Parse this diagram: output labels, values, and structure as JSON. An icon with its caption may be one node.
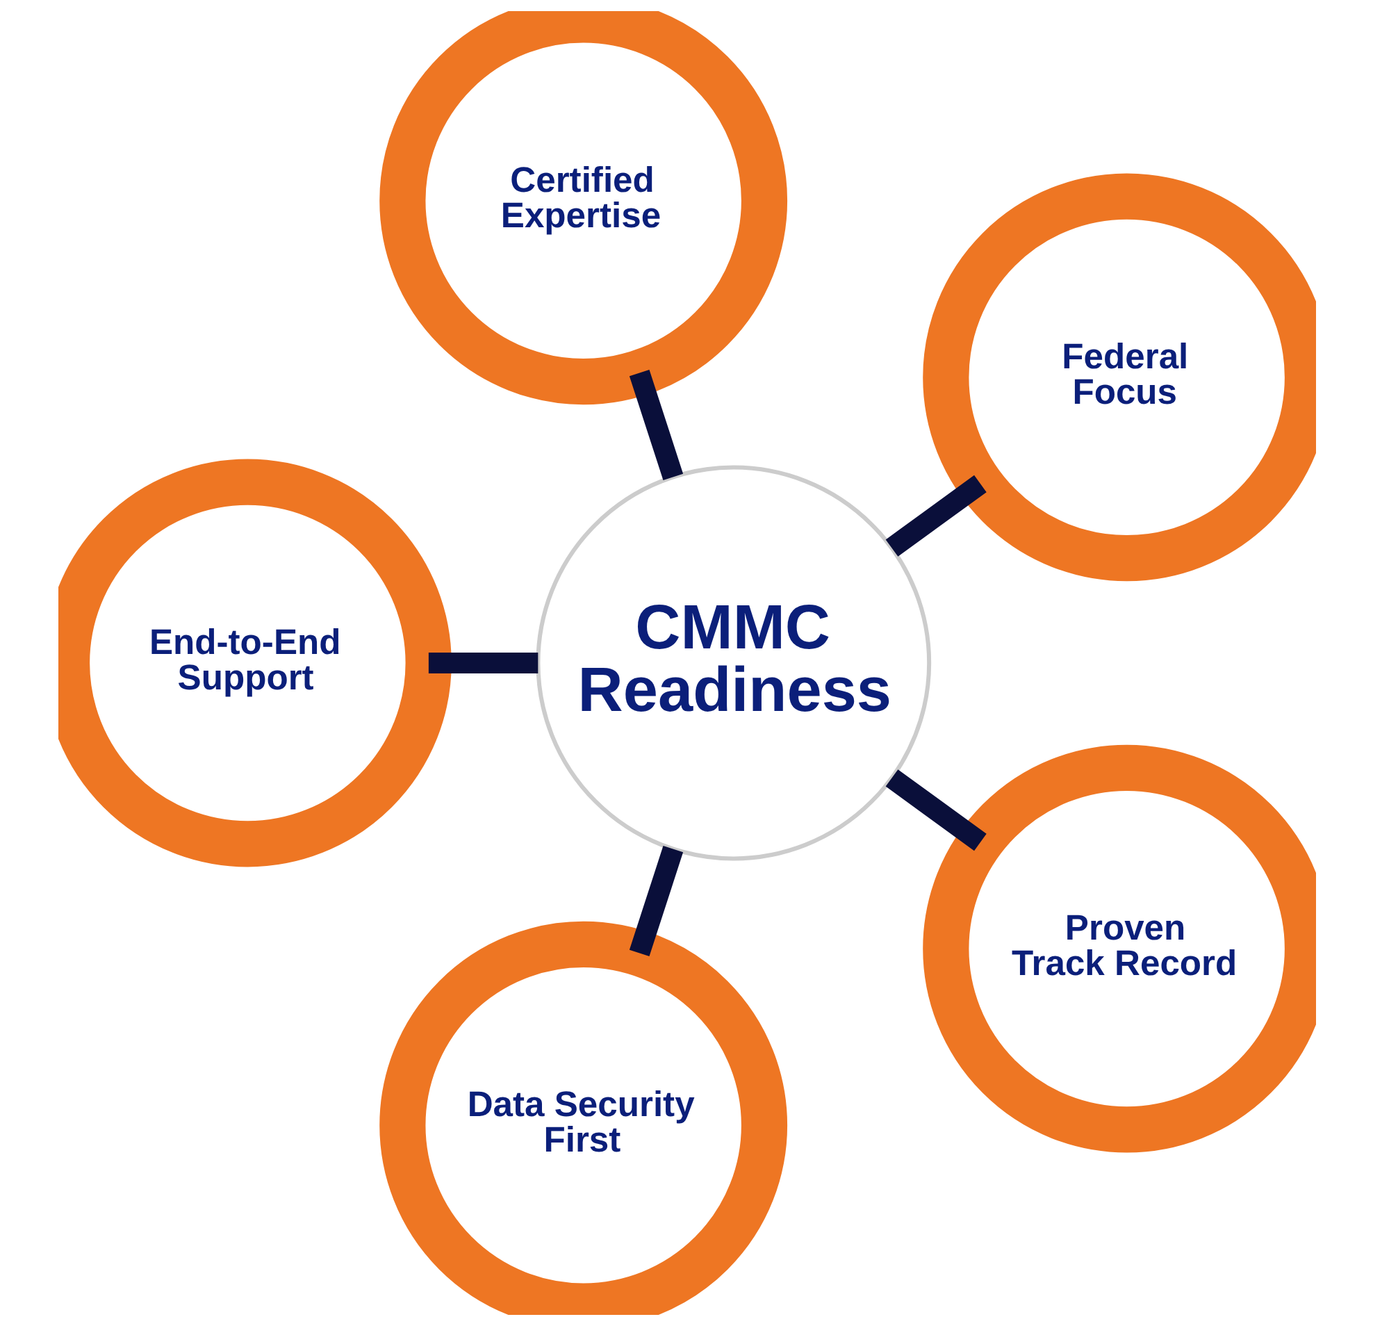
{
  "diagram": {
    "nodes": [
      {
        "text": [
          "CMMC Readiness"
        ]
      },
      {
        "text": [
          "Federal Focus"
        ]
      },
      {
        "text": [
          "Certified Expertise"
        ]
      },
      {
        "text": [
          "End-to-End Support"
        ]
      },
      {
        "text": [
          "Data Security First"
        ]
      },
      {
        "text": [
          "Proven Track Record"
        ]
      }
    ],
    "edges": [
      {
        "from": 0,
        "to": 1,
        "arrow": "none"
      },
      {
        "from": 0,
        "to": 3,
        "arrow": "none"
      },
      {
        "from": 0,
        "to": 5,
        "arrow": "none"
      },
      {
        "from": 0,
        "to": 4,
        "arrow": "none"
      },
      {
        "from": 0,
        "to": 2,
        "arrow": "none"
      }
    ]
  }
}
